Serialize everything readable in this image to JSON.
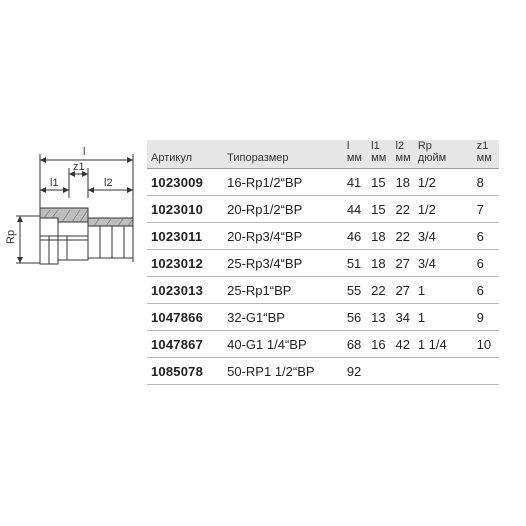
{
  "drawing_labels": {
    "l": "l",
    "z1": "z1",
    "l1": "l1",
    "l2": "l2",
    "rp": "Rp"
  },
  "columns": {
    "article": "Артикул",
    "size": "Типоразмер",
    "l": [
      "l",
      "мм"
    ],
    "l1": [
      "l1",
      "мм"
    ],
    "l2": [
      "l2",
      "мм"
    ],
    "rp": [
      "Rp",
      "дюйм"
    ],
    "z1": [
      "z1",
      "мм"
    ]
  },
  "rows": [
    {
      "article": "1023009",
      "size": "16-Rp1/2“ВР",
      "l": "41",
      "l1": "15",
      "l2": "18",
      "rp": "1/2",
      "z1": "8"
    },
    {
      "article": "1023010",
      "size": "20-Rp1/2“ВР",
      "l": "44",
      "l1": "15",
      "l2": "22",
      "rp": "1/2",
      "z1": "7"
    },
    {
      "article": "1023011",
      "size": "20-Rp3/4“ВР",
      "l": "46",
      "l1": "18",
      "l2": "22",
      "rp": "3/4",
      "z1": "6"
    },
    {
      "article": "1023012",
      "size": "25-Rp3/4“ВР",
      "l": "51",
      "l1": "18",
      "l2": "27",
      "rp": "3/4",
      "z1": "6"
    },
    {
      "article": "1023013",
      "size": "25-Rp1“ВР",
      "l": "55",
      "l1": "22",
      "l2": "27",
      "rp": "1",
      "z1": "6"
    },
    {
      "article": "1047866",
      "size": "32-G1“ВР",
      "l": "56",
      "l1": "13",
      "l2": "34",
      "rp": "1",
      "z1": "9"
    },
    {
      "article": "1047867",
      "size": "40-G1 1/4“ВР",
      "l": "68",
      "l1": "16",
      "l2": "42",
      "rp": "1 1/4",
      "z1": "10"
    },
    {
      "article": "1085078",
      "size": "50-RP1 1/2“ВР",
      "l": "92",
      "l1": "",
      "l2": "",
      "rp": "",
      "z1": ""
    }
  ]
}
